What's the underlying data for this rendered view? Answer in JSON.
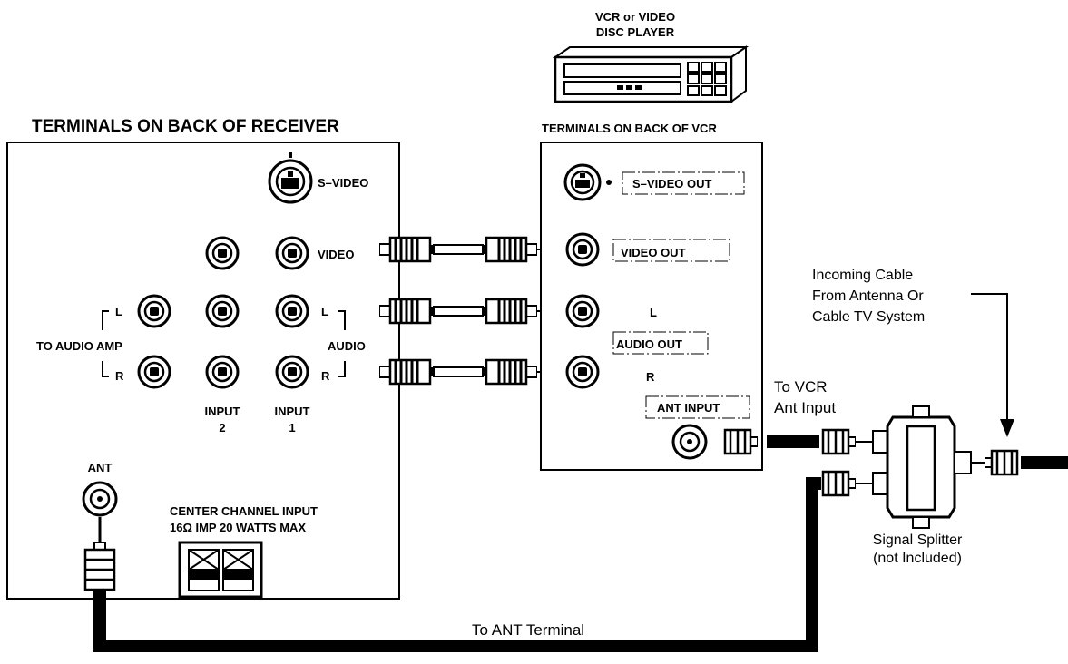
{
  "receiver": {
    "title": "TERMINALS ON BACK OF RECEIVER",
    "s_video": "S–VIDEO",
    "video": "VIDEO",
    "left": "L",
    "right": "R",
    "to_audio_amp": "TO AUDIO AMP",
    "audio": "AUDIO",
    "input2_line1": "INPUT",
    "input2_line2": "2",
    "input1_line1": "INPUT",
    "input1_line2": "1",
    "ant": "ANT",
    "center_line1": "CENTER CHANNEL INPUT",
    "center_line2": "16Ω IMP 20 WATTS MAX"
  },
  "vcr": {
    "device_line1": "VCR or VIDEO",
    "device_line2": "DISC PLAYER",
    "title": "TERMINALS ON BACK OF VCR",
    "s_video_out": "S–VIDEO OUT",
    "video_out": "VIDEO OUT",
    "left": "L",
    "audio_out": "AUDIO OUT",
    "right": "R",
    "ant_input": "ANT INPUT"
  },
  "labels": {
    "to_vcr_line1": "To VCR",
    "to_vcr_line2": "Ant Input",
    "incoming_line1": "Incoming Cable",
    "incoming_line2": "From Antenna Or",
    "incoming_line3": "Cable TV System",
    "splitter_line1": "Signal Splitter",
    "splitter_line2": "(not Included)",
    "to_ant_terminal": "To ANT Terminal"
  }
}
